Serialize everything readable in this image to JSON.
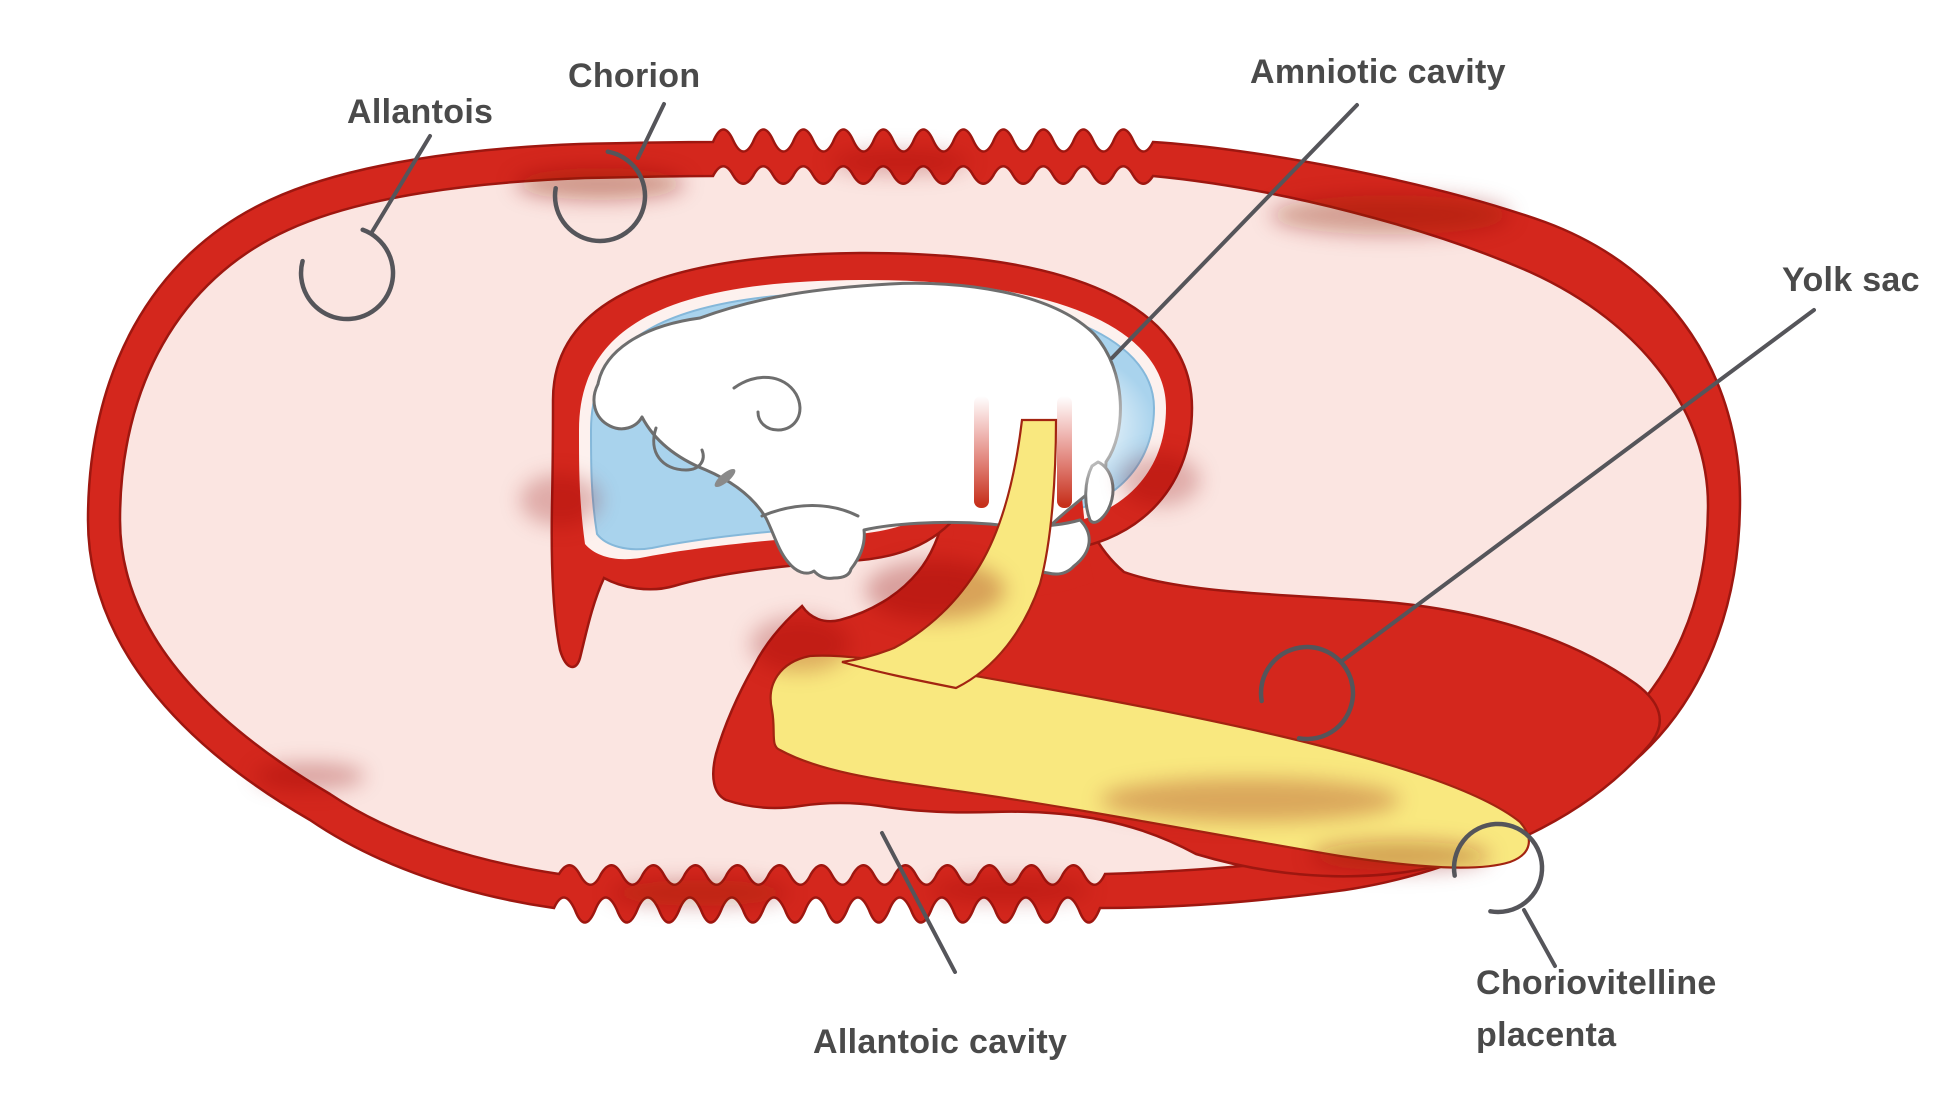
{
  "figure": {
    "background": "#ffffff"
  },
  "colors": {
    "membrane_red": "#d4271d",
    "membrane_outline": "#9e1710",
    "cavity_pink": "#fbe5e1",
    "amnion_inner_pink": "#fdf1ee",
    "amniotic_fluid_blue": "#a9d3ed",
    "yolk_yellow": "#f9e87f",
    "embryo_white": "#ffffff",
    "label_text": "#4a4a4a",
    "leader_line": "#55555a"
  },
  "labels": {
    "allantois": "Allantois",
    "chorion": "Chorion",
    "amniotic_cavity": "Amniotic cavity",
    "yolk_sac": "Yolk sac",
    "allantoic_cavity": "Allantoic cavity",
    "choriovitelline_placenta_line1": "Choriovitelline",
    "choriovitelline_placenta_line2": "placenta"
  }
}
